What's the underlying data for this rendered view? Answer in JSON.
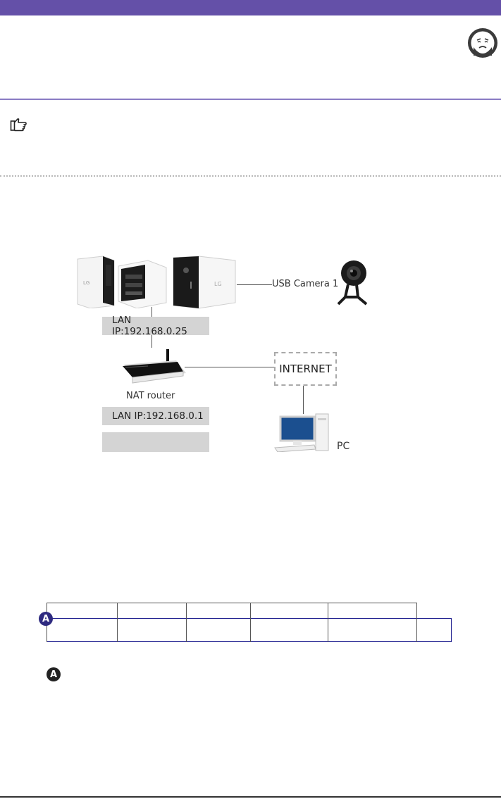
{
  "diagram": {
    "usb_camera_label": "USB Camera 1",
    "nas_lan_ip": "LAN IP:192.168.0.25",
    "router_label": "NAT router",
    "router_lan_ip": "LAN IP:192.168.0.1",
    "internet_label": "INTERNET",
    "pc_label": "PC"
  },
  "markers": {
    "table_marker": "A",
    "note_marker": "A"
  },
  "colors": {
    "header_bar": "#6450a8",
    "rule": "#8a7cc4",
    "badge": "#2e2a80",
    "badge_dark": "#222222"
  }
}
